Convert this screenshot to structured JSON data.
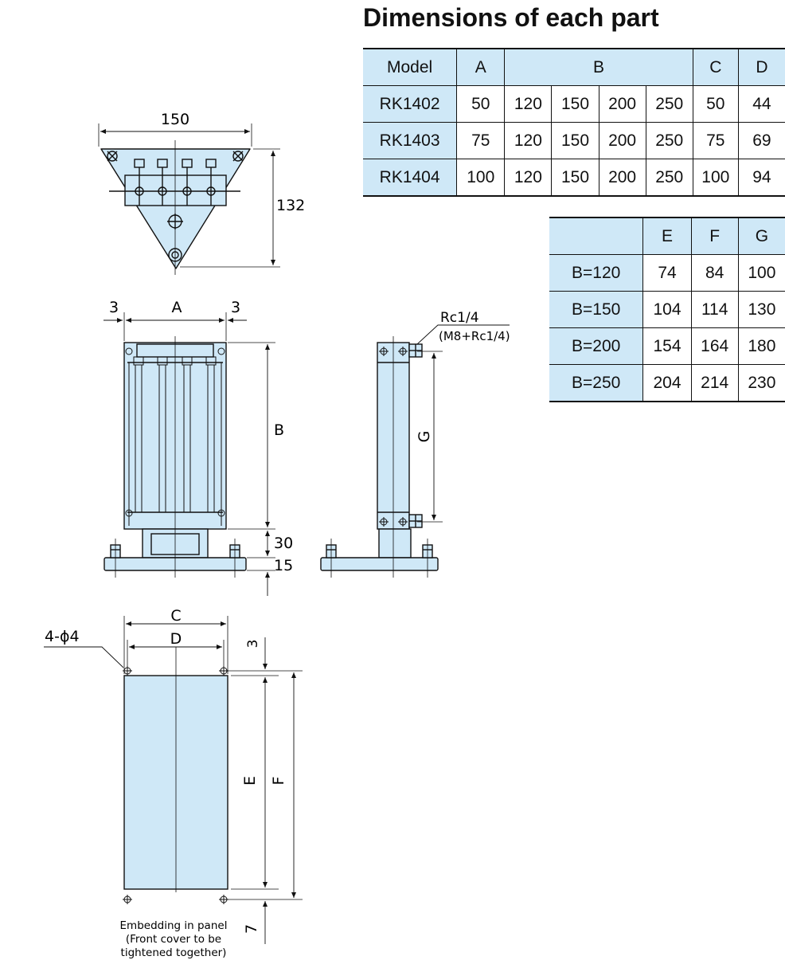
{
  "title": "Dimensions of each part",
  "table1": {
    "header": {
      "model": "Model",
      "a": "A",
      "b": "B",
      "c": "C",
      "d": "D"
    },
    "rows": [
      {
        "model": "RK1402",
        "a": "50",
        "b": [
          "120",
          "150",
          "200",
          "250"
        ],
        "c": "50",
        "d": "44"
      },
      {
        "model": "RK1403",
        "a": "75",
        "b": [
          "120",
          "150",
          "200",
          "250"
        ],
        "c": "75",
        "d": "69"
      },
      {
        "model": "RK1404",
        "a": "100",
        "b": [
          "120",
          "150",
          "200",
          "250"
        ],
        "c": "100",
        "d": "94"
      }
    ]
  },
  "table2": {
    "header": {
      "e": "E",
      "f": "F",
      "g": "G"
    },
    "rows": [
      {
        "b": "B=120",
        "e": "74",
        "f": "84",
        "g": "100"
      },
      {
        "b": "B=150",
        "e": "104",
        "f": "114",
        "g": "130"
      },
      {
        "b": "B=200",
        "e": "154",
        "f": "164",
        "g": "180"
      },
      {
        "b": "B=250",
        "e": "204",
        "f": "214",
        "g": "230"
      }
    ]
  },
  "drawing": {
    "top_view": {
      "width": "150",
      "height": "132"
    },
    "front_view": {
      "left_gap": "3",
      "width": "A",
      "right_gap": "3",
      "height": "B",
      "base_h1": "30",
      "base_h2": "15"
    },
    "side_view": {
      "port": "Rc1/4",
      "port_alt": "(M8+Rc1/4)",
      "pitch": "G"
    },
    "panel_view": {
      "holes": "4-ϕ4",
      "outer_w": "C",
      "inner_w": "D",
      "top_gap": "3",
      "inner_h": "E",
      "outer_h": "F",
      "bottom_gap": "7"
    },
    "caption": [
      "Embedding in panel",
      "(Front cover to be",
      "tightened together)"
    ]
  },
  "colors": {
    "fill": "#cfe8f7",
    "line": "#111111"
  }
}
